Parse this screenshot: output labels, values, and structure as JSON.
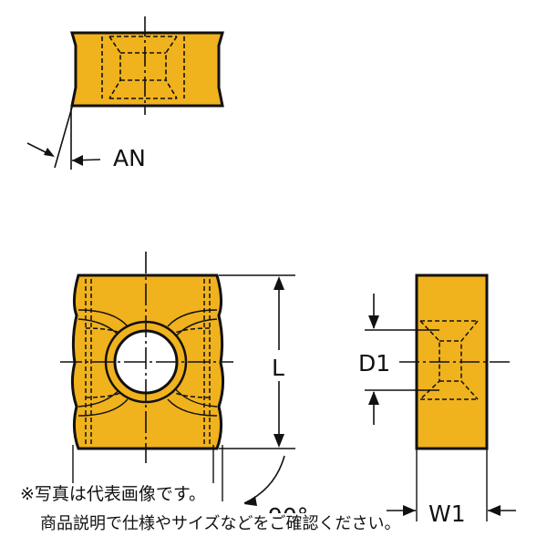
{
  "labels": {
    "an": "AN",
    "l": "L",
    "d1": "D1",
    "w1": "W1",
    "angle": "90°"
  },
  "notes": {
    "line1": "※写真は代表画像です。",
    "line2": "商品説明で仕様やサイズなどをご確認ください。"
  },
  "colors": {
    "insert_fill": "#f0b21d",
    "outline": "#111111",
    "background": "#ffffff"
  }
}
